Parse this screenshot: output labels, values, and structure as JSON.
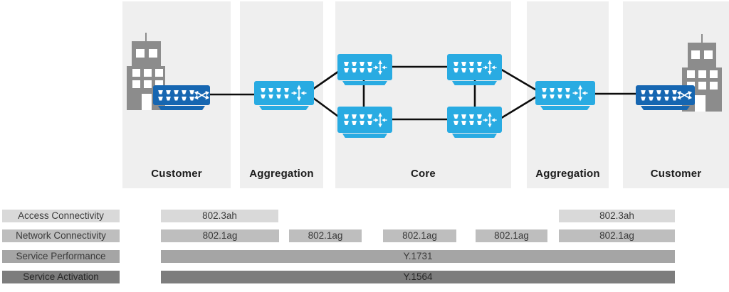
{
  "panels": [
    {
      "label": "Customer"
    },
    {
      "label": "Aggregation"
    },
    {
      "label": "Core"
    },
    {
      "label": "Aggregation"
    },
    {
      "label": "Customer"
    }
  ],
  "devices": {
    "customer_left": {
      "type": "customer-edge-switch"
    },
    "aggregation_left": {
      "type": "aggregation-router"
    },
    "core_top_left": {
      "type": "core-router"
    },
    "core_top_right": {
      "type": "core-router"
    },
    "core_bottom_left": {
      "type": "core-router"
    },
    "core_bottom_right": {
      "type": "core-router"
    },
    "aggregation_right": {
      "type": "aggregation-router"
    },
    "customer_right": {
      "type": "customer-edge-switch"
    }
  },
  "icons": {
    "switch": "crossed-arrows-icon",
    "router": "four-way-arrows-icon",
    "building": "office-building-icon"
  },
  "oam_rows": [
    {
      "label": "Access Connectivity",
      "bars": [
        "802.3ah",
        "802.3ah"
      ]
    },
    {
      "label": "Network Connectivity",
      "bars": [
        "802.1ag",
        "802.1ag",
        "802.1ag",
        "802.1ag",
        "802.1ag"
      ]
    },
    {
      "label": "Service Performance",
      "bars": [
        "Y.1731"
      ]
    },
    {
      "label": "Service Activation",
      "bars": [
        "Y.1564"
      ]
    }
  ],
  "colors": {
    "edge-device-blue": "#1666b1",
    "network-device-blue": "#29abe2",
    "panel-bg": "#efefef",
    "panel-label-text": "#1b1b1b",
    "building-gray": "#8c8c8c",
    "link-line": "#0d0d0d",
    "row-access": "#d9d9d9",
    "row-network": "#bebebe",
    "row-performance": "#a5a5a5",
    "row-activation": "#7d7d7d",
    "bar-text": "#3a3a3a"
  }
}
